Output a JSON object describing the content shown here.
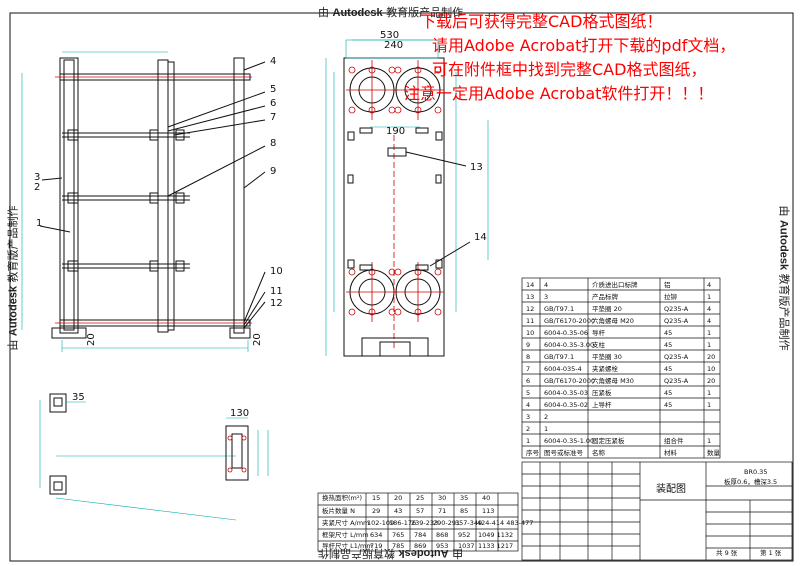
{
  "watermark": {
    "prefix": "由",
    "brand": "Autodesk",
    "suffix": "教育版产品制作"
  },
  "notice_lines": [
    "下载后可获得完整CAD格式图纸！",
    "请用Adobe Acrobat打开下载的pdf文档，",
    "可在附件框中找到完整CAD格式图纸，",
    "注意一定用Adobe Acrobat软件打开！！！"
  ],
  "callouts": [
    "1",
    "2",
    "3",
    "4",
    "5",
    "6",
    "7",
    "8",
    "9",
    "10",
    "11",
    "12",
    "13",
    "14"
  ],
  "dimensions": {
    "bottom_left": "20",
    "bottom_right": "20",
    "top_530": "530",
    "top_240": "240",
    "mid_190": "190",
    "side_130": "130",
    "port_35": "35"
  },
  "bom_rows": [
    {
      "no": "14",
      "code": "4",
      "name": "介质进出口标牌",
      "qty": "4",
      "material": "铝"
    },
    {
      "no": "13",
      "code": "3",
      "name": "产品标牌",
      "qty": "1",
      "material": "拉铆"
    },
    {
      "no": "12",
      "code": "GB/T97.1",
      "name": "平垫圈 20",
      "qty": "4",
      "material": "Q235-A"
    },
    {
      "no": "11",
      "code": "GB/T6170-2000",
      "name": "六角螺母 M20",
      "qty": "4",
      "material": "Q235-A"
    },
    {
      "no": "10",
      "code": "6004-0.35-06",
      "name": "导杆",
      "qty": "1",
      "material": "45"
    },
    {
      "no": "9",
      "code": "6004-0.35-3.00",
      "name": "支柱",
      "qty": "1",
      "material": "45"
    },
    {
      "no": "8",
      "code": "GB/T97.1",
      "name": "平垫圈 30",
      "qty": "20",
      "material": "Q235-A"
    },
    {
      "no": "7",
      "code": "6004-035-4",
      "name": "夹紧螺栓",
      "qty": "10",
      "material": "45"
    },
    {
      "no": "6",
      "code": "GB/T6170-2000",
      "name": "六角螺母 M30",
      "qty": "20",
      "material": "Q235-A"
    },
    {
      "no": "5",
      "code": "6004-0.35-03",
      "name": "压紧板",
      "qty": "1",
      "material": "45"
    },
    {
      "no": "4",
      "code": "6004-0.35-02",
      "name": "上导杆",
      "qty": "1",
      "material": "45"
    },
    {
      "no": "3",
      "code": "2",
      "name": "",
      "qty": "",
      "material": ""
    },
    {
      "no": "2",
      "code": "1",
      "name": "",
      "qty": "",
      "material": ""
    },
    {
      "no": "1",
      "code": "6004-0.35-1.00",
      "name": "固定压紧板",
      "qty": "1",
      "material": "组合件"
    }
  ],
  "bom_header": {
    "no": "序号",
    "code": "图号或标准号",
    "name": "名称",
    "qty": "数量",
    "material": "材料"
  },
  "title_block": {
    "drawing_name": "装配图",
    "model": "BR0.35",
    "spec": "板厚0.6，槽深3.5",
    "sheets": "共 9 张",
    "sheet": "第 1 张"
  },
  "param_table": {
    "header": [
      "换热面积(m²)",
      "15",
      "20",
      "25",
      "30",
      "35",
      "40"
    ],
    "rows": [
      [
        "板片数量 N",
        "29",
        "43",
        "57",
        "71",
        "85",
        "113"
      ],
      [
        "夹紧尺寸 A/mm",
        "102-109",
        "186-176",
        "239-233",
        "290-291",
        "357-349",
        "424-414 483-477"
      ],
      [
        "框架尺寸 L/mm",
        "634",
        "765",
        "784",
        "868",
        "952",
        "1049 1132"
      ],
      [
        "导杆尺寸 L1/mm",
        "719",
        "785",
        "869",
        "953",
        "1037",
        "1133 1217"
      ]
    ]
  }
}
